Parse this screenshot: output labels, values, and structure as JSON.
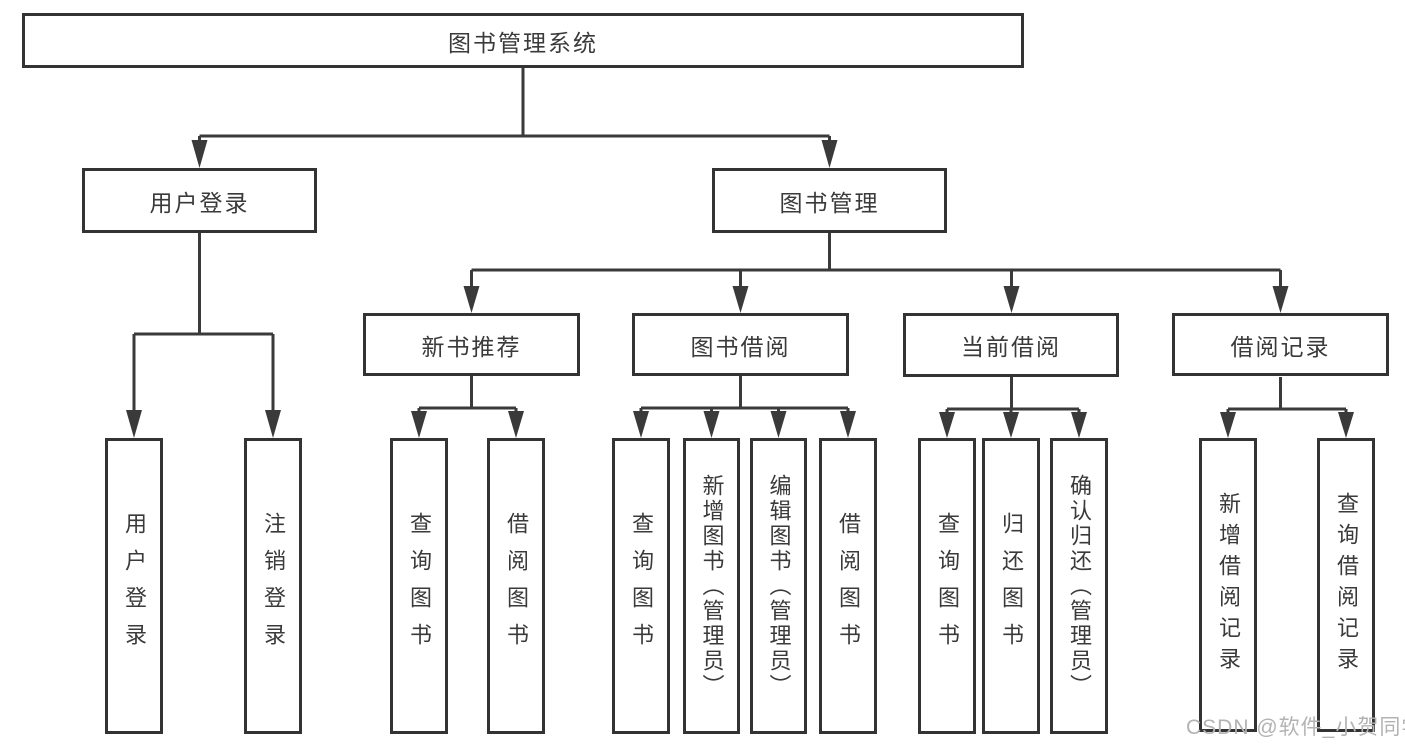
{
  "nodes": {
    "root": {
      "label": "图书管理系统"
    },
    "user_login": {
      "label": "用户登录"
    },
    "book_mgmt": {
      "label": "图书管理"
    },
    "new_book_rec": {
      "label": "新书推荐"
    },
    "book_borrow": {
      "label": "图书借阅"
    },
    "current_borrow": {
      "label": "当前借阅"
    },
    "borrow_records": {
      "label": "借阅记录"
    },
    "a1": {
      "label": "用户登录"
    },
    "a2": {
      "label": "注销登录"
    },
    "b1": {
      "label": "查询图书"
    },
    "b2": {
      "label": "借阅图书"
    },
    "c1": {
      "label": "查询图书"
    },
    "c2": {
      "label": "新增图书（管理员）"
    },
    "c3": {
      "label": "编辑图书（管理员）"
    },
    "c4": {
      "label": "借阅图书"
    },
    "d1": {
      "label": "查询图书"
    },
    "d2": {
      "label": "归还图书"
    },
    "d3": {
      "label": "确认归还（管理员）"
    },
    "e1": {
      "label": "新增借阅记录"
    },
    "e2": {
      "label": "查询借阅记录"
    }
  },
  "hierarchy": {
    "图书管理系统": {
      "用户登录": [
        "用户登录",
        "注销登录"
      ],
      "图书管理": {
        "新书推荐": [
          "查询图书",
          "借阅图书"
        ],
        "图书借阅": [
          "查询图书",
          "新增图书（管理员）",
          "编辑图书（管理员）",
          "借阅图书"
        ],
        "当前借阅": [
          "查询图书",
          "归还图书",
          "确认归还（管理员）"
        ],
        "借阅记录": [
          "新增借阅记录",
          "查询借阅记录"
        ]
      }
    }
  },
  "watermark": "CSDN @软件_小贺同学",
  "colors": {
    "line": "#3a3a3a",
    "border": "#333333",
    "text": "#3a3a3a",
    "watermark": "#b3b3b3",
    "background": "#ffffff"
  }
}
